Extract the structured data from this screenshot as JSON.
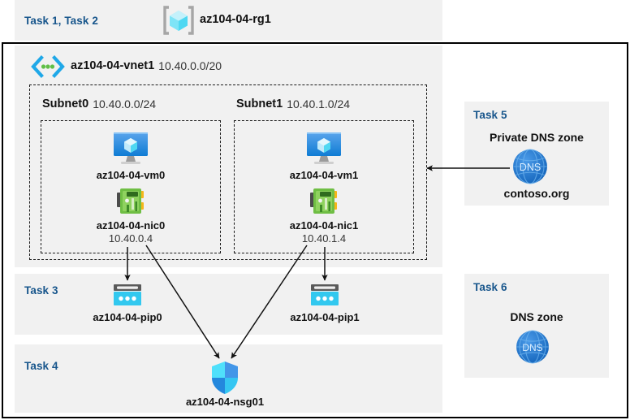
{
  "diagram": {
    "title": "Azure AZ-104 Lab 04 resource topology",
    "colors": {
      "panel_bg": "#f1f1f1",
      "page_bg": "#ffffff",
      "task_label": "#18568c",
      "frame": "#000000",
      "vm_icon": "#1a8cdc",
      "nic_icon": "#6cb33f",
      "pip_icon": "#32c8ef",
      "dns_icon": "#1f7bd4",
      "nsg_icon": "#32d2f5",
      "rg_icon": "#7fdcf5",
      "vnet_icon": "#32b4f0",
      "arrow": "#111111"
    }
  },
  "resource_group": {
    "task_label": "Task 1, Task 2",
    "icon": "resource-group-icon",
    "name": "az104-04-rg1"
  },
  "vnet": {
    "icon": "virtual-network-icon",
    "name": "az104-04-vnet1",
    "address_space": "10.40.0.0/20"
  },
  "subnets": [
    {
      "name": "Subnet0",
      "cidr": "10.40.0.0/24",
      "vm": {
        "icon": "virtual-machine-icon",
        "name": "az104-04-vm0"
      },
      "nic": {
        "icon": "network-interface-icon",
        "name": "az104-04-nic0",
        "ip": "10.40.0.4"
      }
    },
    {
      "name": "Subnet1",
      "cidr": "10.40.1.0/24",
      "vm": {
        "icon": "virtual-machine-icon",
        "name": "az104-04-vm1"
      },
      "nic": {
        "icon": "network-interface-icon",
        "name": "az104-04-nic1",
        "ip": "10.40.1.4"
      }
    }
  ],
  "task3": {
    "task_label": "Task 3",
    "public_ips": [
      {
        "icon": "public-ip-address-icon",
        "name": "az104-04-pip0"
      },
      {
        "icon": "public-ip-address-icon",
        "name": "az104-04-pip1"
      }
    ]
  },
  "task4": {
    "task_label": "Task 4",
    "nsg": {
      "icon": "network-security-group-icon",
      "name": "az104-04-nsg01"
    }
  },
  "task5": {
    "task_label": "Task 5",
    "heading": "Private DNS zone",
    "icon": "dns-zone-icon",
    "icon_text": "DNS",
    "zone_name": "contoso.org"
  },
  "task6": {
    "task_label": "Task 6",
    "heading": "DNS zone",
    "icon": "dns-zone-icon",
    "icon_text": "DNS"
  }
}
